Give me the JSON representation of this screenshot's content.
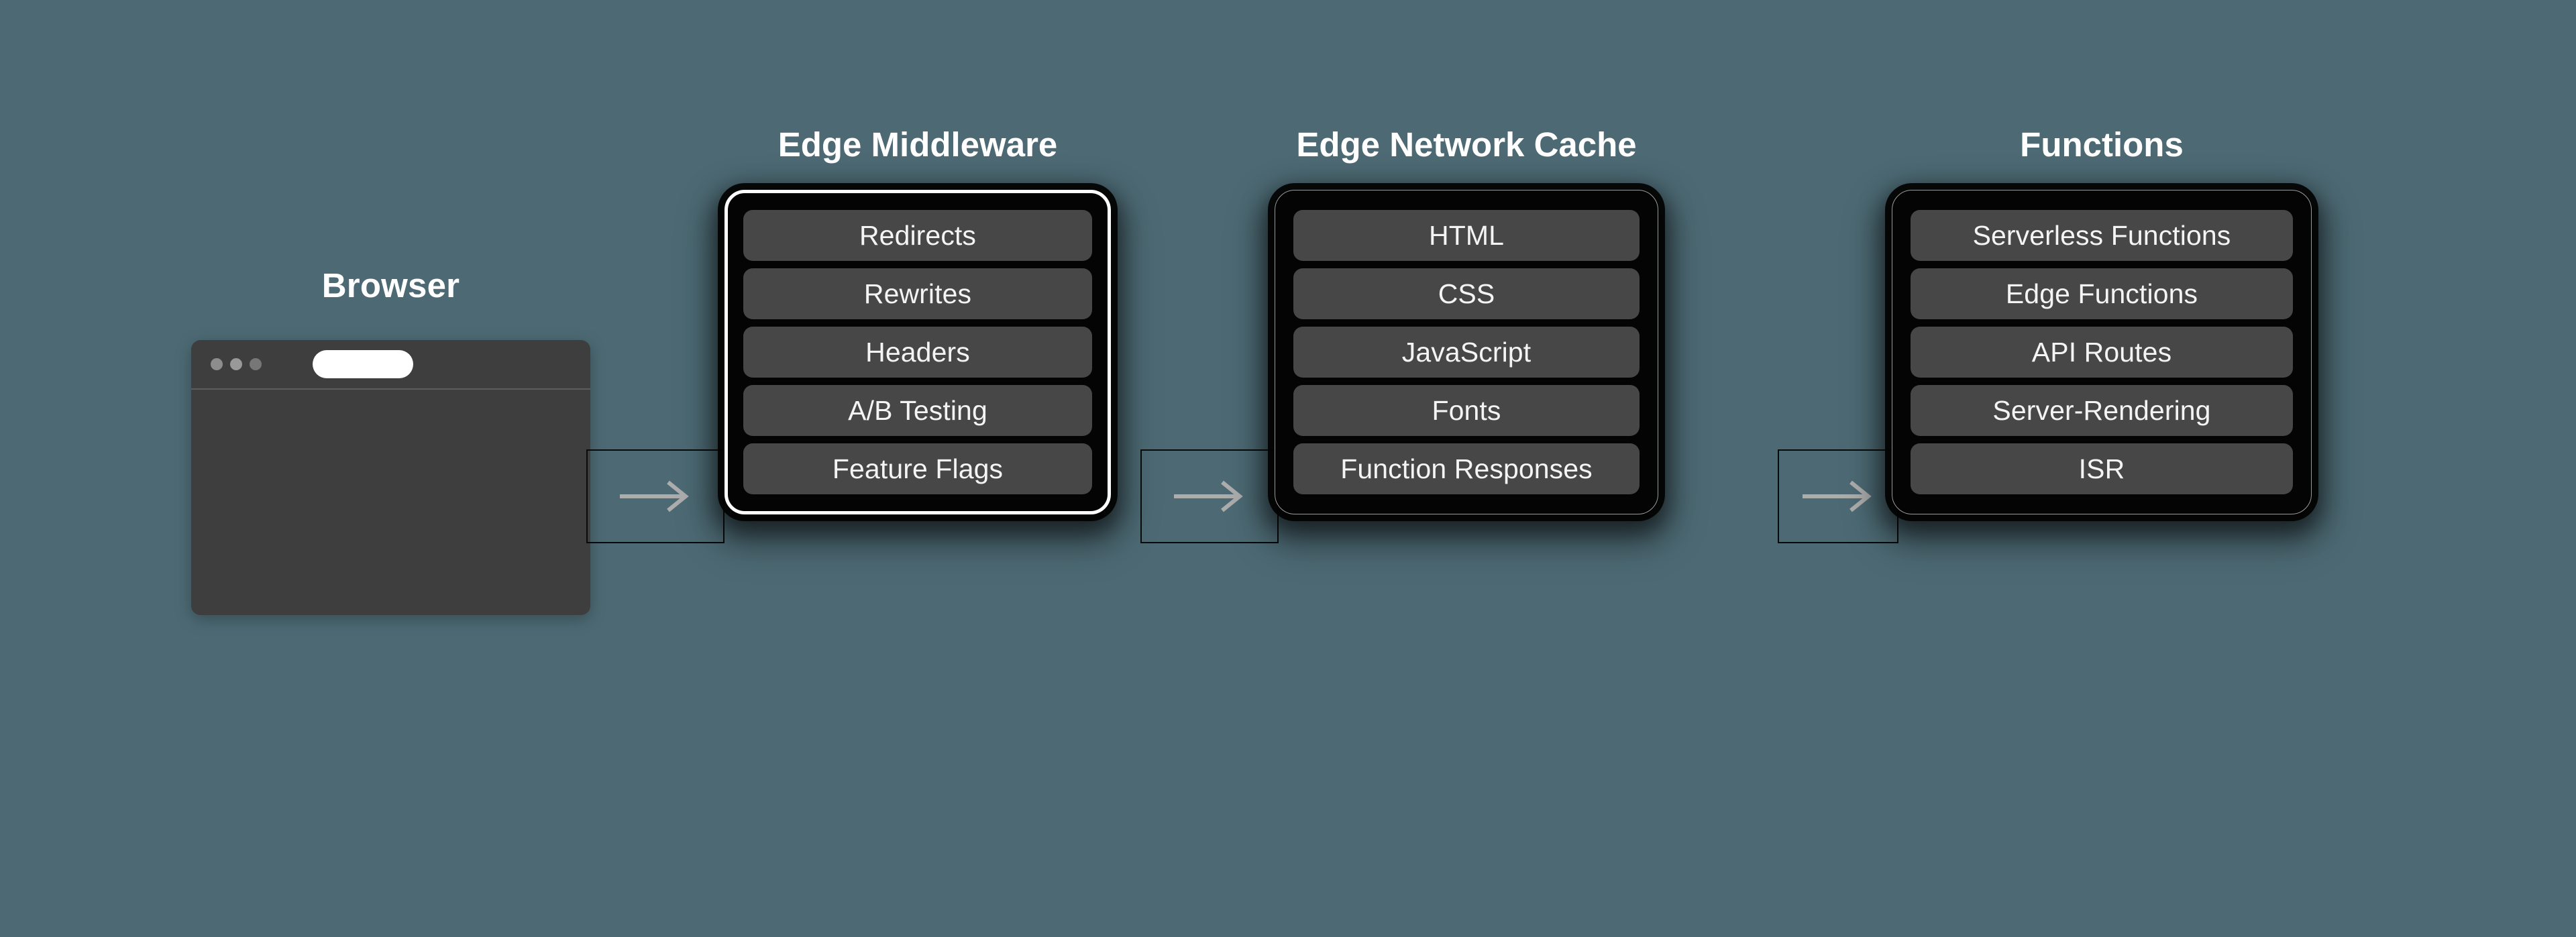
{
  "background_color": "#4d6a74",
  "diagram": {
    "browser": {
      "title": "Browser",
      "window": {
        "dots": [
          "traffic-light-red",
          "traffic-light-yellow",
          "traffic-light-green"
        ],
        "url_bar_value": ""
      }
    },
    "stages": [
      {
        "id": "edge-middleware",
        "title": "Edge Middleware",
        "highlighted": true,
        "border_color": "#ffffff",
        "items": [
          "Redirects",
          "Rewrites",
          "Headers",
          "A/B Testing",
          "Feature Flags"
        ]
      },
      {
        "id": "edge-network-cache",
        "title": "Edge Network Cache",
        "highlighted": false,
        "border_color": "#9a9a9a",
        "items": [
          "HTML",
          "CSS",
          "JavaScript",
          "Fonts",
          "Function Responses"
        ]
      },
      {
        "id": "functions",
        "title": "Functions",
        "highlighted": false,
        "border_color": "#9a9a9a",
        "items": [
          "Serverless Functions",
          "Edge Functions",
          "API Routes",
          "Server-Rendering",
          "ISR"
        ]
      }
    ],
    "connectors": [
      {
        "id": "browser-to-middleware",
        "icon": "arrow-right-icon",
        "direction": "right"
      },
      {
        "id": "middleware-to-cache",
        "icon": "arrow-right-icon",
        "direction": "right"
      },
      {
        "id": "cache-to-functions",
        "icon": "arrow-right-icon",
        "direction": "right"
      }
    ],
    "colors": {
      "panel_background": "#040404",
      "chip_background": "#474747",
      "chip_text": "#f4f4f4",
      "title_text": "#ffffff",
      "arrow": "#adadad",
      "browser_chrome": "#3e3e3e"
    }
  }
}
